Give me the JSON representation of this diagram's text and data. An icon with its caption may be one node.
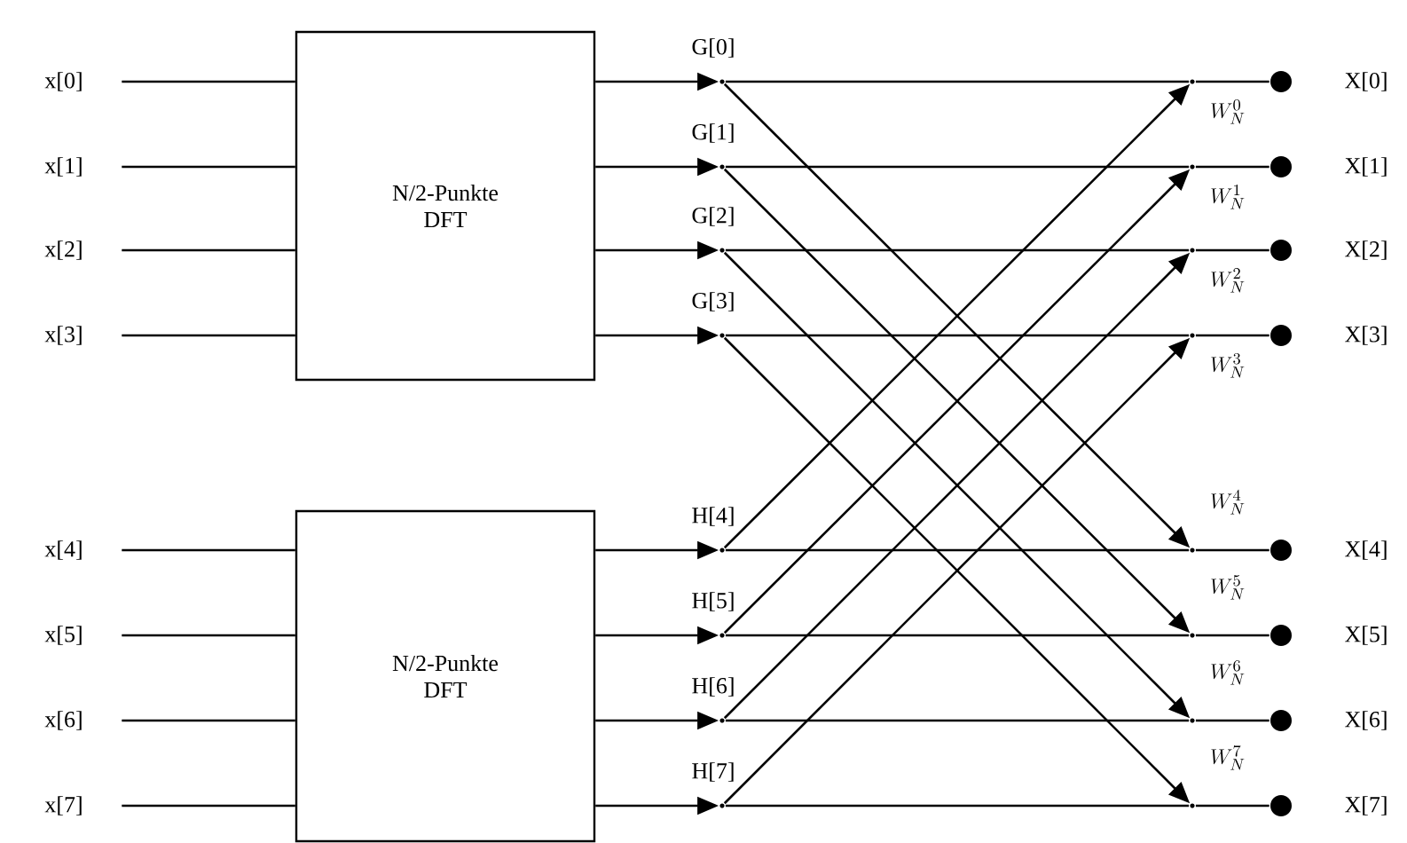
{
  "diagram": {
    "nodes": [
      {
        "text": [
          "N/2-Punkte DFT"
        ]
      },
      {
        "text": [
          "N/2-Punkte DFT"
        ]
      },
      {
        "text": [
          "x[0]"
        ]
      },
      {
        "text": [
          "x[1]"
        ]
      },
      {
        "text": [
          "x[2]"
        ]
      },
      {
        "text": [
          "x[3]"
        ]
      },
      {
        "text": [
          "x[4]"
        ]
      },
      {
        "text": [
          "x[5]"
        ]
      },
      {
        "text": [
          "x[6]"
        ]
      },
      {
        "text": [
          "x[7]"
        ]
      },
      {
        "text": [],
        "shape": "point",
        "beside": [
          "G[0]"
        ]
      },
      {
        "text": [],
        "shape": "point",
        "beside": [
          "G[1]"
        ]
      },
      {
        "text": [],
        "shape": "point",
        "beside": [
          "G[2]"
        ]
      },
      {
        "text": [],
        "shape": "point",
        "beside": [
          "G[3]"
        ]
      },
      {
        "text": [],
        "shape": "point",
        "beside": [
          "H[4]"
        ]
      },
      {
        "text": [],
        "shape": "point",
        "beside": [
          "H[5]"
        ]
      },
      {
        "text": [],
        "shape": "point",
        "beside": [
          "H[6]"
        ]
      },
      {
        "text": [],
        "shape": "point",
        "beside": [
          "H[7]"
        ]
      },
      {
        "text": [],
        "shape": "circle",
        "beside": [
          "X[0]"
        ]
      },
      {
        "text": [],
        "shape": "circle",
        "beside": [
          "X[1]"
        ]
      },
      {
        "text": [],
        "shape": "circle",
        "beside": [
          "X[2]"
        ]
      },
      {
        "text": [],
        "shape": "circle",
        "beside": [
          "X[3]"
        ]
      },
      {
        "text": [],
        "shape": "circle",
        "beside": [
          "X[4]"
        ]
      },
      {
        "text": [],
        "shape": "circle",
        "beside": [
          "X[5]"
        ]
      },
      {
        "text": [],
        "shape": "circle",
        "beside": [
          "X[6]"
        ]
      },
      {
        "text": [],
        "shape": "circle",
        "beside": [
          "X[7]"
        ]
      },
      {
        "text": [],
        "shape": "point",
        "beside": [
          "W_N^{0}"
        ]
      },
      {
        "text": [],
        "shape": "point",
        "beside": [
          "W_N^{1}"
        ]
      },
      {
        "text": [],
        "shape": "point",
        "beside": [
          "W_N^{2}"
        ]
      },
      {
        "text": [],
        "shape": "point",
        "beside": [
          "W_N^{3}"
        ]
      },
      {
        "text": [],
        "shape": "point",
        "beside": [
          "W_N^{4}"
        ]
      },
      {
        "text": [],
        "shape": "point",
        "beside": [
          "W_N^{5}"
        ]
      },
      {
        "text": [],
        "shape": "point",
        "beside": [
          "W_N^{6}"
        ]
      },
      {
        "text": [],
        "shape": "point",
        "beside": [
          "W_N^{7}"
        ]
      }
    ],
    "edges": [
      {
        "from": 2,
        "to": 0,
        "arrow": "none"
      },
      {
        "from": 3,
        "to": 0,
        "arrow": "none"
      },
      {
        "from": 4,
        "to": 0,
        "arrow": "none"
      },
      {
        "from": 5,
        "to": 0,
        "arrow": "none"
      },
      {
        "from": 6,
        "to": 1,
        "arrow": "none"
      },
      {
        "from": 7,
        "to": 1,
        "arrow": "none"
      },
      {
        "from": 8,
        "to": 1,
        "arrow": "none"
      },
      {
        "from": 9,
        "to": 1,
        "arrow": "none"
      },
      {
        "from": 0,
        "to": 10,
        "arrow": "to"
      },
      {
        "from": 0,
        "to": 11,
        "arrow": "to"
      },
      {
        "from": 0,
        "to": 12,
        "arrow": "to"
      },
      {
        "from": 0,
        "to": 13,
        "arrow": "to"
      },
      {
        "from": 1,
        "to": 14,
        "arrow": "to"
      },
      {
        "from": 1,
        "to": 15,
        "arrow": "to"
      },
      {
        "from": 1,
        "to": 16,
        "arrow": "to"
      },
      {
        "from": 1,
        "to": 17,
        "arrow": "to"
      },
      {
        "from": 10,
        "to": 26,
        "arrow": "none"
      },
      {
        "from": 11,
        "to": 27,
        "arrow": "none"
      },
      {
        "from": 12,
        "to": 28,
        "arrow": "none"
      },
      {
        "from": 13,
        "to": 29,
        "arrow": "none"
      },
      {
        "from": 14,
        "to": 30,
        "arrow": "none"
      },
      {
        "from": 15,
        "to": 31,
        "arrow": "none"
      },
      {
        "from": 16,
        "to": 32,
        "arrow": "none"
      },
      {
        "from": 17,
        "to": 33,
        "arrow": "none"
      },
      {
        "from": 10,
        "to": 30,
        "arrow": "to"
      },
      {
        "from": 11,
        "to": 31,
        "arrow": "to"
      },
      {
        "from": 12,
        "to": 32,
        "arrow": "to"
      },
      {
        "from": 13,
        "to": 33,
        "arrow": "to"
      },
      {
        "from": 14,
        "to": 26,
        "arrow": "to"
      },
      {
        "from": 15,
        "to": 27,
        "arrow": "to"
      },
      {
        "from": 16,
        "to": 28,
        "arrow": "to"
      },
      {
        "from": 17,
        "to": 29,
        "arrow": "to"
      },
      {
        "from": 26,
        "to": 18,
        "arrow": "none"
      },
      {
        "from": 27,
        "to": 19,
        "arrow": "none"
      },
      {
        "from": 28,
        "to": 20,
        "arrow": "none"
      },
      {
        "from": 29,
        "to": 21,
        "arrow": "none"
      },
      {
        "from": 30,
        "to": 22,
        "arrow": "none"
      },
      {
        "from": 31,
        "to": 23,
        "arrow": "none"
      },
      {
        "from": 32,
        "to": 24,
        "arrow": "none"
      },
      {
        "from": 33,
        "to": 25,
        "arrow": "none"
      }
    ]
  }
}
